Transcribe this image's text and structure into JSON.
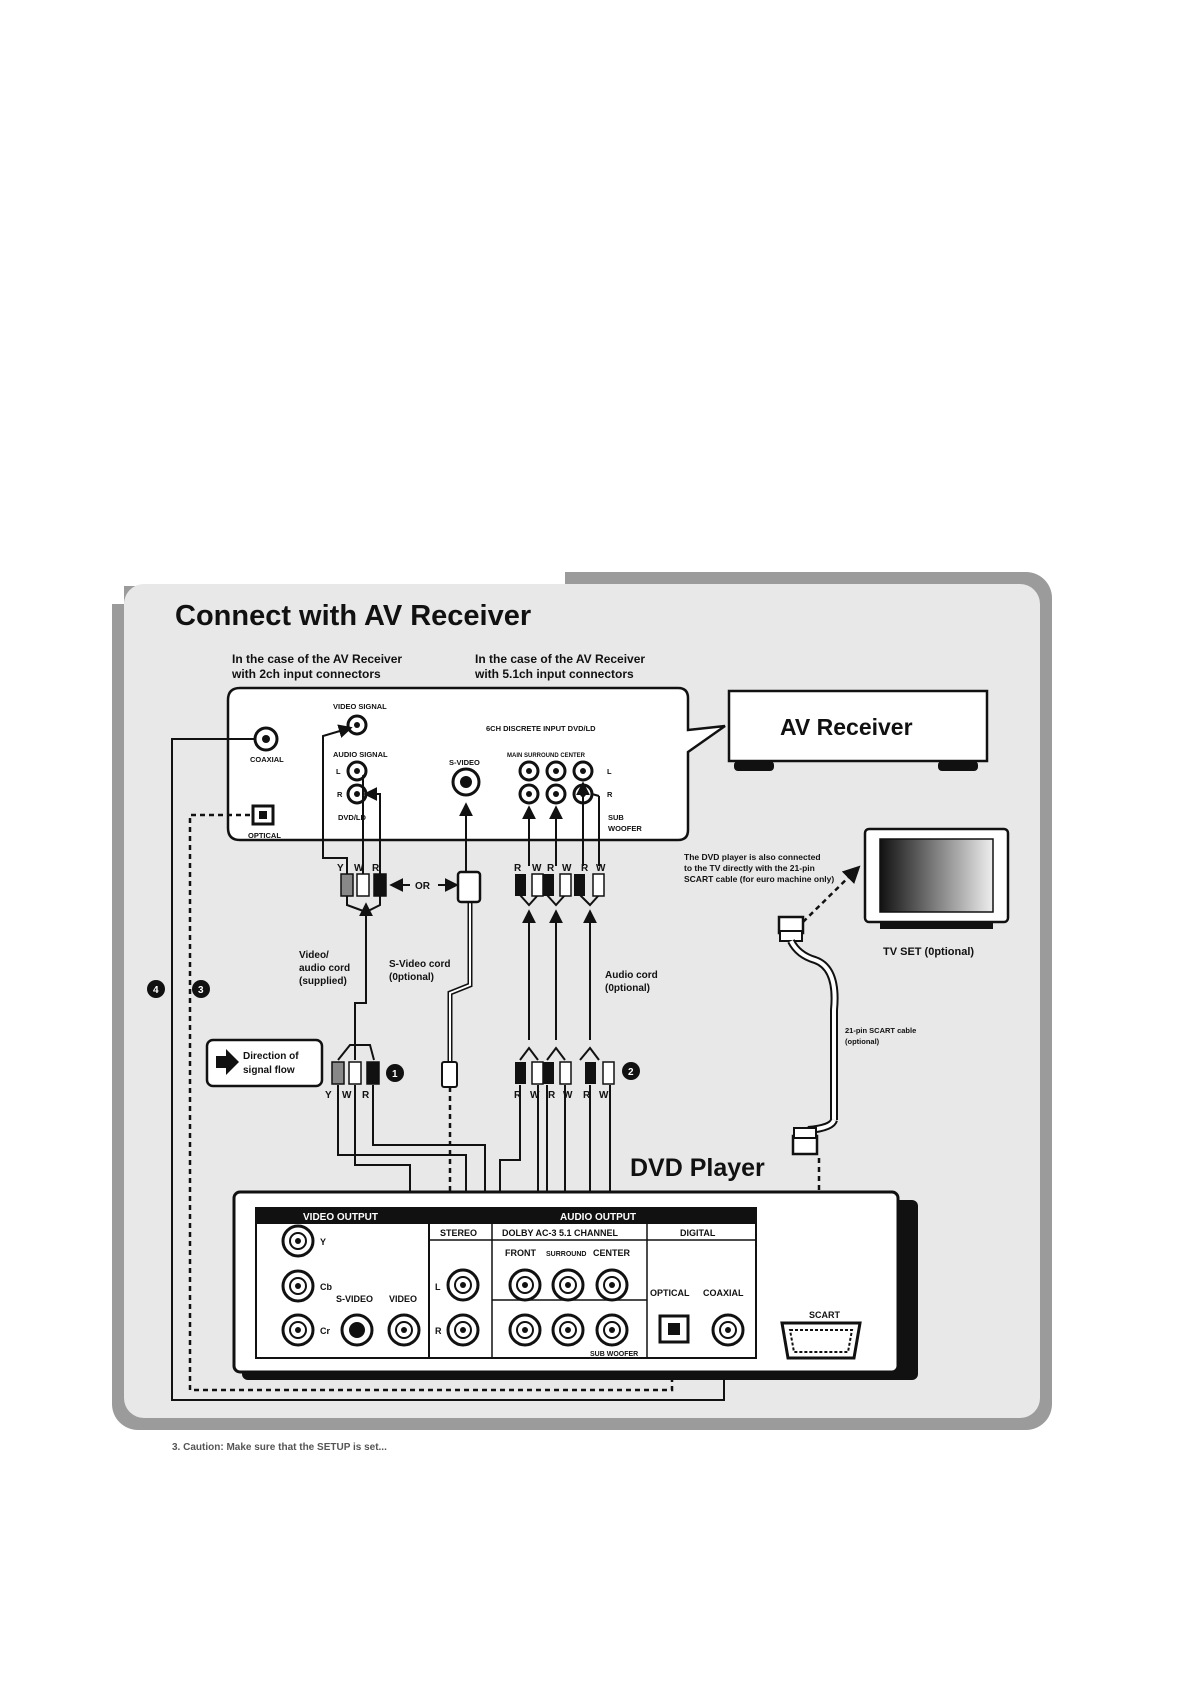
{
  "title": "Connect with AV Receiver",
  "notes": {
    "two_ch": [
      "In the case of the AV Receiver",
      "with 2ch input connectors"
    ],
    "five_ch": [
      "In the case of the AV Receiver",
      "with 5.1ch input connectors"
    ]
  },
  "receiver_panel": {
    "video_signal": "VIDEO SIGNAL",
    "audio_signal": "AUDIO SIGNAL",
    "coaxial": "COAXIAL",
    "optical": "OPTICAL",
    "l": "L",
    "r": "R",
    "dvd_ld": "DVD/LD",
    "s_video": "S-VIDEO",
    "discrete": "6CH DISCRETE INPUT DVD/LD",
    "main_surround_center": "MAIN SURROUND CENTER",
    "sub": "SUB",
    "woofer": "WOOFER"
  },
  "av_receiver": "AV Receiver",
  "tv": {
    "note": [
      "The DVD player is also connected",
      "to the TV directly with the 21-pin",
      "SCART cable (for euro machine only)"
    ],
    "label": "TV SET (0ptional)"
  },
  "scart_cable": [
    "21-pin SCART cable",
    "(optional)"
  ],
  "plug_letters": {
    "y": "Y",
    "w": "W",
    "r": "R",
    "or": "OR"
  },
  "cords": {
    "video_audio": [
      "Video/",
      "audio cord",
      "(supplied)"
    ],
    "s_video": [
      "S-Video cord",
      "(0ptional)"
    ],
    "audio": [
      "Audio cord",
      "(0ptional)"
    ]
  },
  "legend": [
    "Direction of",
    "signal flow"
  ],
  "markers": {
    "m1": "1",
    "m2": "2",
    "m3": "3",
    "m4": "4"
  },
  "dvd_player": {
    "title": "DVD Player",
    "video_output": "VIDEO OUTPUT",
    "audio_output": "AUDIO OUTPUT",
    "stereo": "STEREO",
    "dolby": "DOLBY AC-3 5.1 CHANNEL",
    "digital": "DIGITAL",
    "front": "FRONT",
    "surround": "SURROUND",
    "center": "CENTER",
    "sub_woofer": "SUB WOOFER",
    "y": "Y",
    "cb": "Cb",
    "cr": "Cr",
    "s_video": "S-VIDEO",
    "video": "VIDEO",
    "l": "L",
    "r": "R",
    "optical": "OPTICAL",
    "coaxial": "COAXIAL",
    "scart": "SCART"
  },
  "footer": "3. Caution: Make sure that the SETUP is set..."
}
